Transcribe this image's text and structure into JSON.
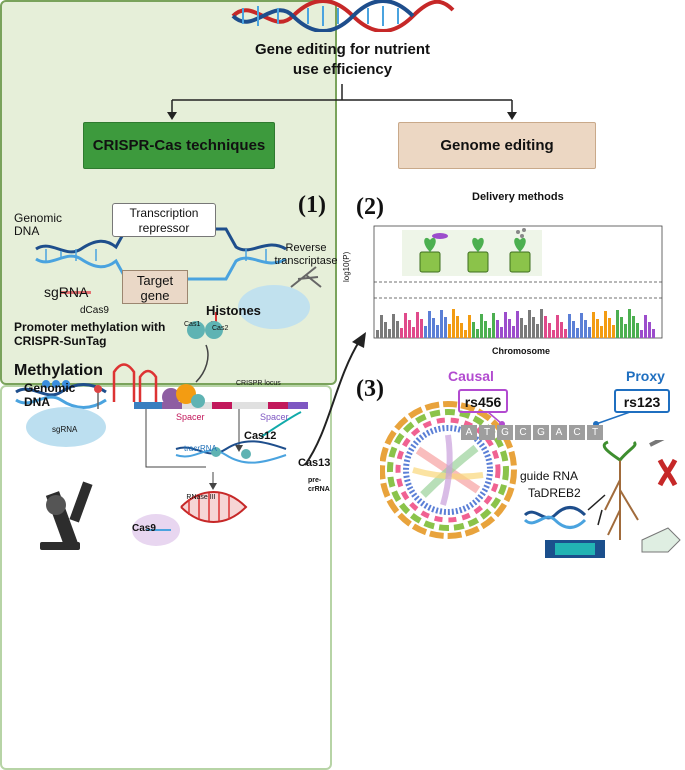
{
  "header": {
    "title_line1": "Gene editing for nutrient",
    "title_line2": "use efficiency"
  },
  "branches": {
    "left_label": "CRISPR-Cas techniques",
    "right_label": "Genome editing"
  },
  "panel1": {
    "number": "(1)",
    "genomic_dna": "Genomic DNA",
    "transcription_repressor": "Transcription repressor",
    "reverse_transcriptase": "Reverse transcriptase",
    "sgrna": "sgRNA",
    "target_gene": "Target gene",
    "dcas9": "dCas9",
    "histones": "Histones",
    "promoter_methylation": "Promoter methylation with CRISPR-SunTag",
    "cas1": "Cas1",
    "cas2": "Cas2",
    "methylation": "Methylation",
    "genomic_dna_2": "Genomic DNA",
    "crispr_locus": "CRISPR locus",
    "spacer1": "Spacer",
    "spacer2": "Spacer",
    "sgrna_small": "sgRNA",
    "cas12": "Cas12",
    "cas13": "Cas13",
    "tracrrna": "tracrRNA",
    "rnase": "RNase III",
    "pre_crrna": "pre-crRNA",
    "cas9": "Cas9"
  },
  "panel2": {
    "number2": "(2)",
    "delivery_methods": "Delivery methods",
    "number3": "(3)",
    "chrom_label": "Chromosome",
    "ylabel": "log10(P)",
    "causal": "Causal",
    "proxy": "Proxy",
    "rs_causal": "rs456",
    "rs_proxy": "rs123",
    "bases": [
      "A",
      "T",
      "G",
      "C",
      "G",
      "A",
      "C",
      "T"
    ],
    "guide_rna": "guide RNA",
    "tadreb2": "TaDREB2"
  },
  "colors": {
    "green_box": "#3d9a3d",
    "tan_box": "#ecd7c3",
    "panel_bg": "#e6efd9",
    "causal": "#b24bd0",
    "proxy": "#1f6fc0"
  }
}
